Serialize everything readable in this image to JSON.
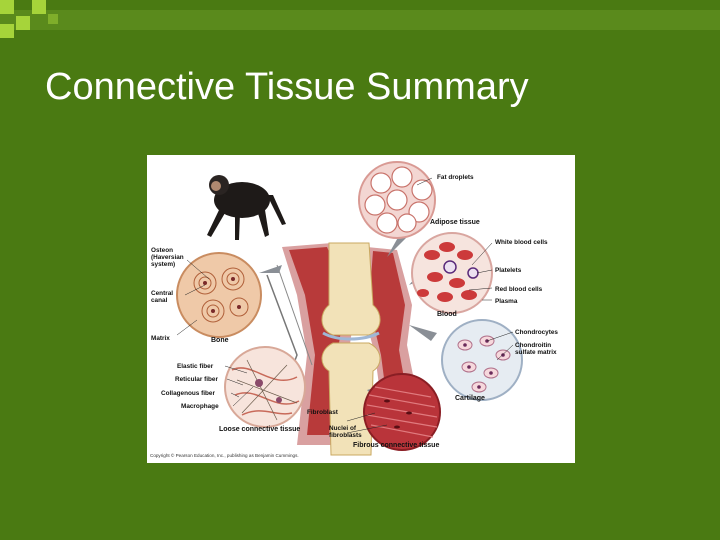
{
  "slide": {
    "title": "Connective Tissue Summary"
  },
  "colors": {
    "background": "#4a7a12",
    "band": "#5a8a1c",
    "accent_square": "#a6d43a",
    "title_text": "#ffffff"
  },
  "figure": {
    "labels": {
      "osteon": "Osteon",
      "osteon_sub1": "(Haversian",
      "osteon_sub2": "system)",
      "central": "Central",
      "canal": "canal",
      "matrix": "Matrix",
      "bone": "Bone",
      "elastic_fiber": "Elastic fiber",
      "reticular_fiber": "Reticular fiber",
      "collagenous_fiber": "Collagenous fiber",
      "macrophage": "Macrophage",
      "loose_connective": "Loose connective tissue",
      "fibroblast": "Fibroblast",
      "nuclei_of": "Nuclei of",
      "fibroblasts": "fibroblasts",
      "fibrous_connective": "Fibrous connective tissue",
      "fat_droplets": "Fat droplets",
      "adipose_tissue": "Adipose tissue",
      "white_blood_cells": "White blood cells",
      "platelets": "Platelets",
      "red_blood_cells": "Red blood cells",
      "plasma": "Plasma",
      "blood": "Blood",
      "chondrocytes": "Chondrocytes",
      "chondroitin": "Chondroitin",
      "sulfate_matrix": "sulfate matrix",
      "cartilage": "Cartilage",
      "copyright": "Copyright © Pearson Education, Inc., publishing as Benjamin Cummings."
    }
  }
}
